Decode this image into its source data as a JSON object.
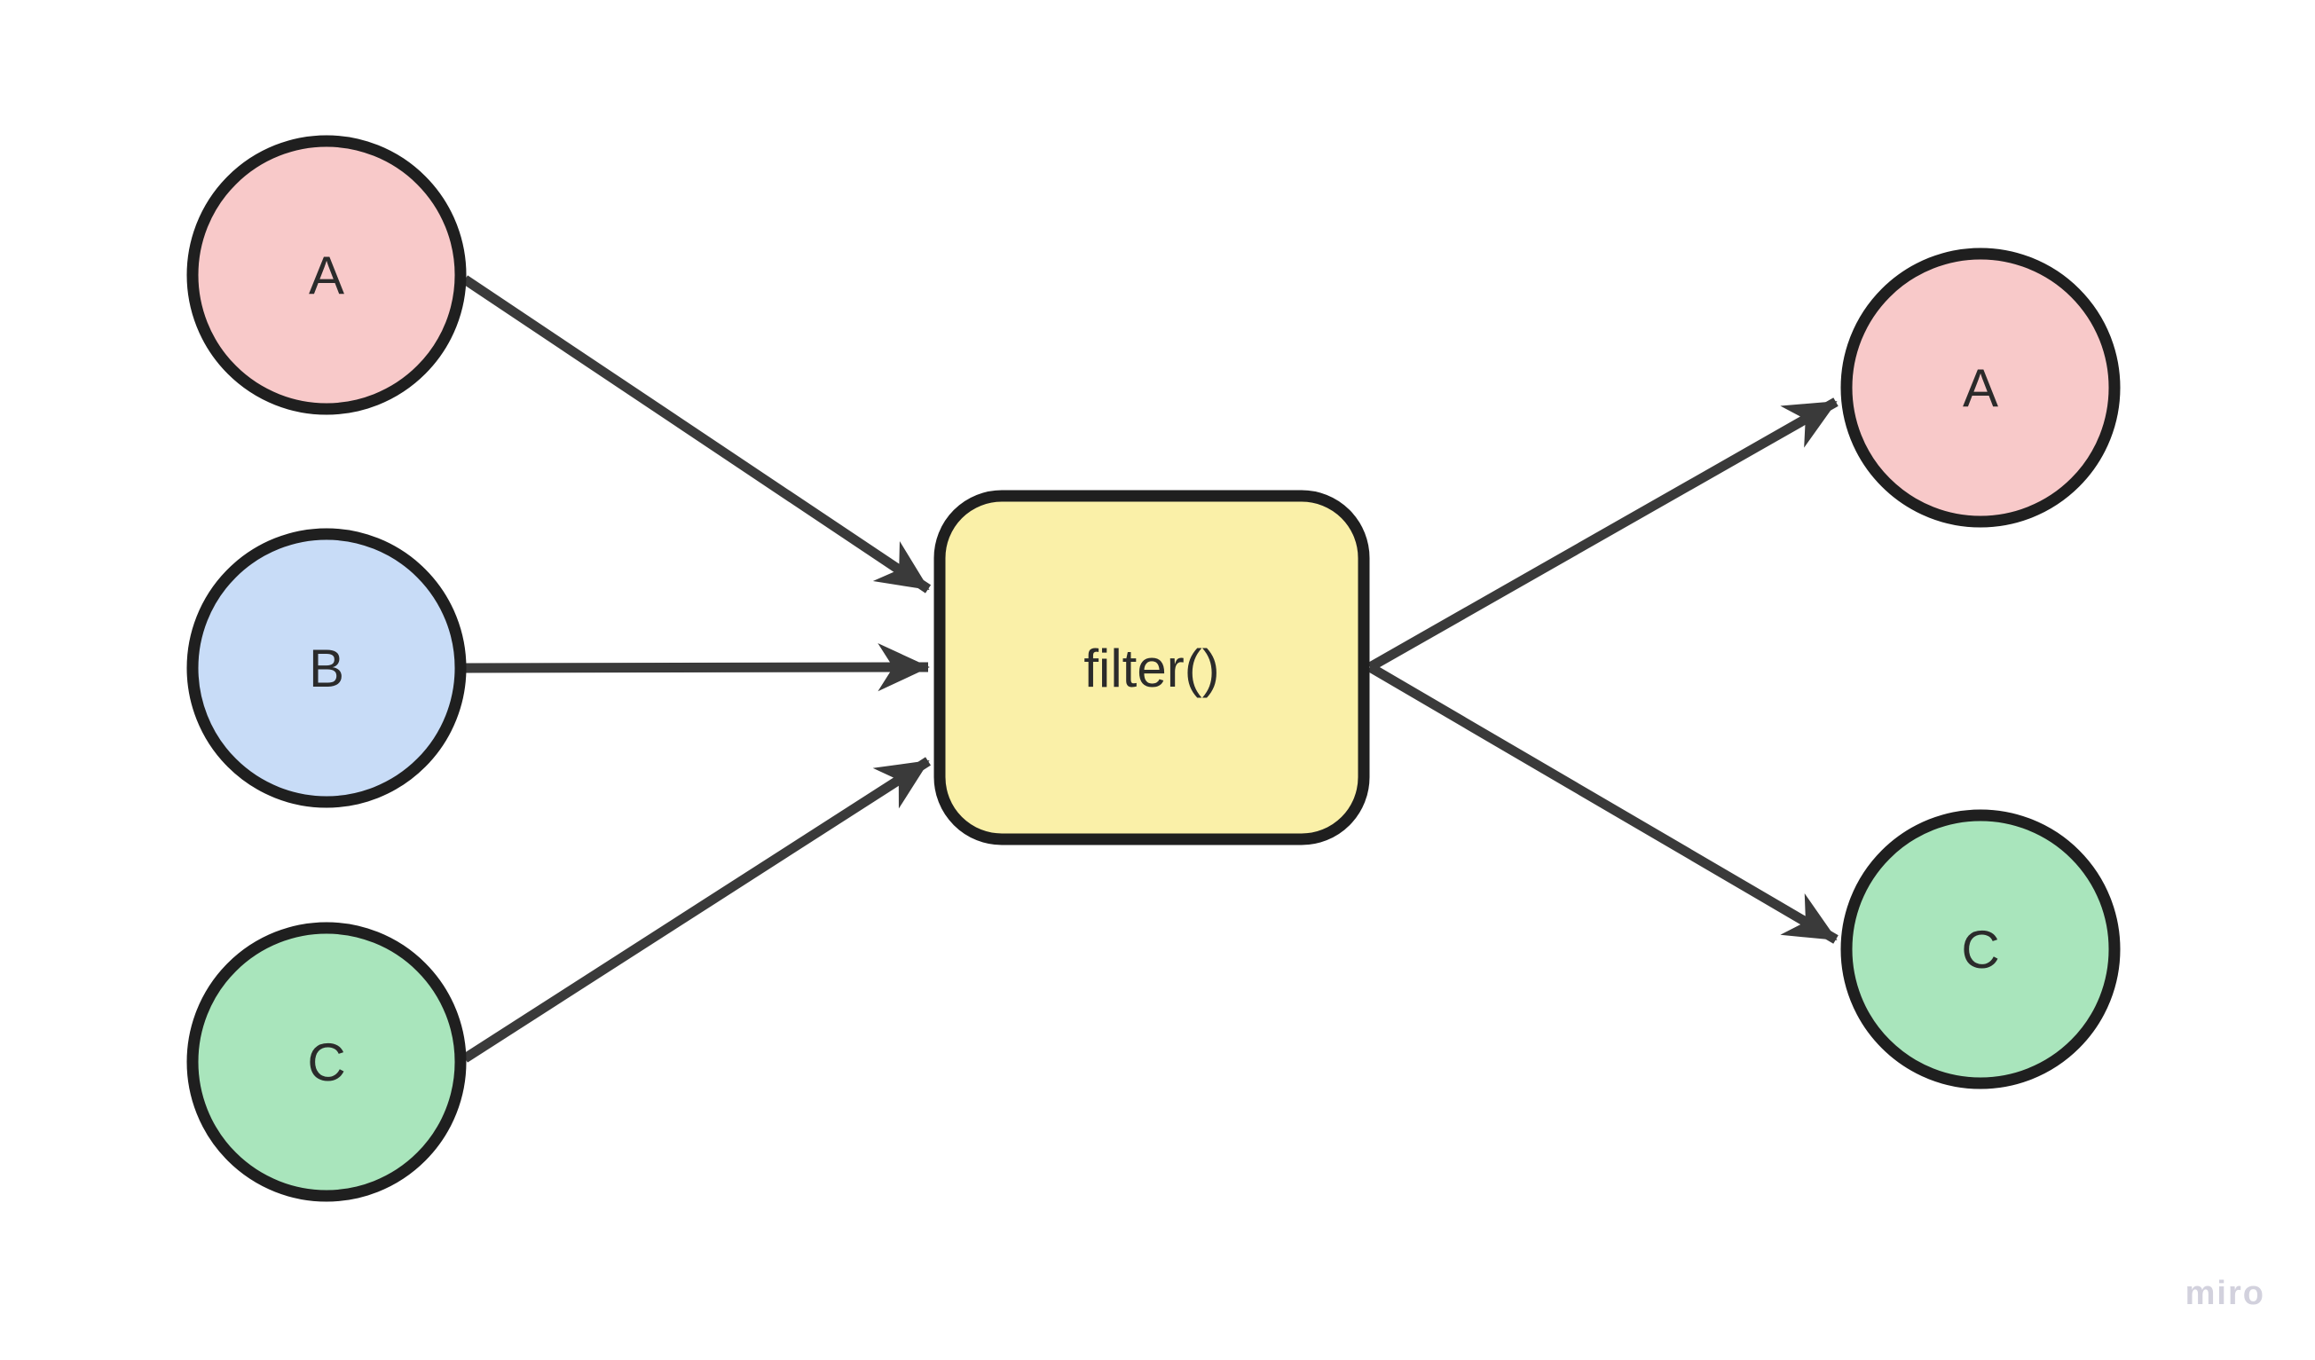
{
  "canvas": {
    "background": "#ffffff"
  },
  "diagram": {
    "connector_color": "#3a3a3a",
    "node_stroke_color": "#1f1f1f",
    "label_color": "#2b2b2b",
    "nodes": {
      "input_a": {
        "label": "A",
        "fill": "#f8c9c9"
      },
      "input_b": {
        "label": "B",
        "fill": "#c8dcf7"
      },
      "input_c": {
        "label": "C",
        "fill": "#a9e5bc"
      },
      "filter": {
        "label": "filter()",
        "fill": "#faf0a8"
      },
      "output_a": {
        "label": "A",
        "fill": "#f8c9c9"
      },
      "output_c": {
        "label": "C",
        "fill": "#a9e5bc"
      }
    },
    "edges": [
      {
        "from": "input_a",
        "to": "filter"
      },
      {
        "from": "input_b",
        "to": "filter"
      },
      {
        "from": "input_c",
        "to": "filter"
      },
      {
        "from": "filter",
        "to": "output_a"
      },
      {
        "from": "filter",
        "to": "output_c"
      }
    ]
  },
  "watermark": {
    "label": "miro",
    "color": "#d2d1dd"
  }
}
